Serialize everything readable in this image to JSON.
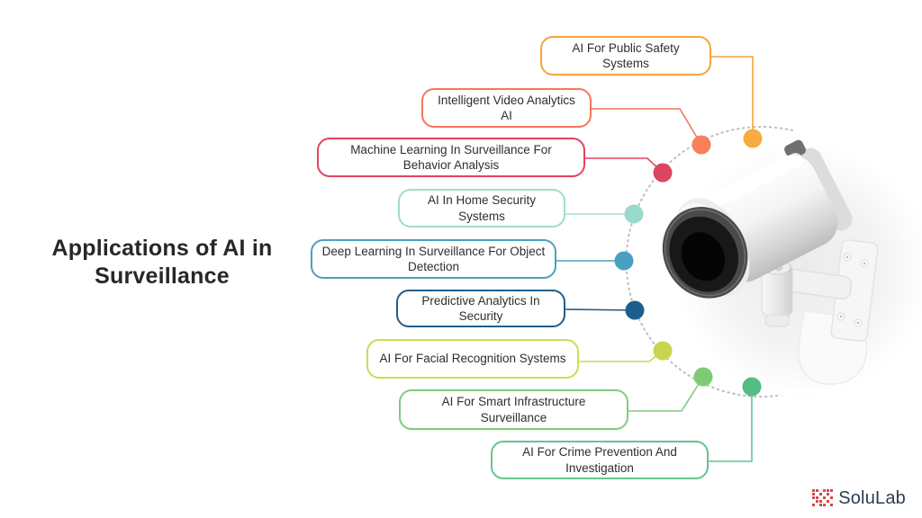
{
  "title": {
    "line1": "Applications of AI in",
    "line2": "Surveillance"
  },
  "items": [
    {
      "label": "AI For Public Safety Systems",
      "color": "#F6A33C",
      "dot_color": "#F7AB41"
    },
    {
      "label": "Intelligent Video Analytics AI",
      "color": "#F4775A",
      "dot_color": "#F97E5A"
    },
    {
      "label": "Machine Learning In Surveillance For Behavior Analysis",
      "color": "#E4435F",
      "dot_color": "#DB465F"
    },
    {
      "label": "AI In Home Security Systems",
      "color": "#A2DBCF",
      "dot_color": "#9BD9CC"
    },
    {
      "label": "Deep Learning In Surveillance For Object Detection",
      "color": "#4E9FBE",
      "dot_color": "#48A1C0"
    },
    {
      "label": "Predictive Analytics In Security",
      "color": "#1F5E8C",
      "dot_color": "#1D5E8D"
    },
    {
      "label": "AI For Facial Recognition Systems",
      "color": "#CEDA54",
      "dot_color": "#C7D64D"
    },
    {
      "label": "AI For Smart Infrastructure Surveillance",
      "color": "#80CB80",
      "dot_color": "#7ECB77"
    },
    {
      "label": "AI For Crime Prevention And Investigation",
      "color": "#63C48F",
      "dot_color": "#54BD86"
    }
  ],
  "logo": {
    "text": "SoluLab",
    "mark_color": "#D8464B",
    "text_color": "#2D3C52"
  },
  "colors": {
    "background": "#FFFFFF",
    "box_text": "#2E2E2E",
    "title_text": "#272727",
    "dashed_arc": "#BDBDBD"
  }
}
